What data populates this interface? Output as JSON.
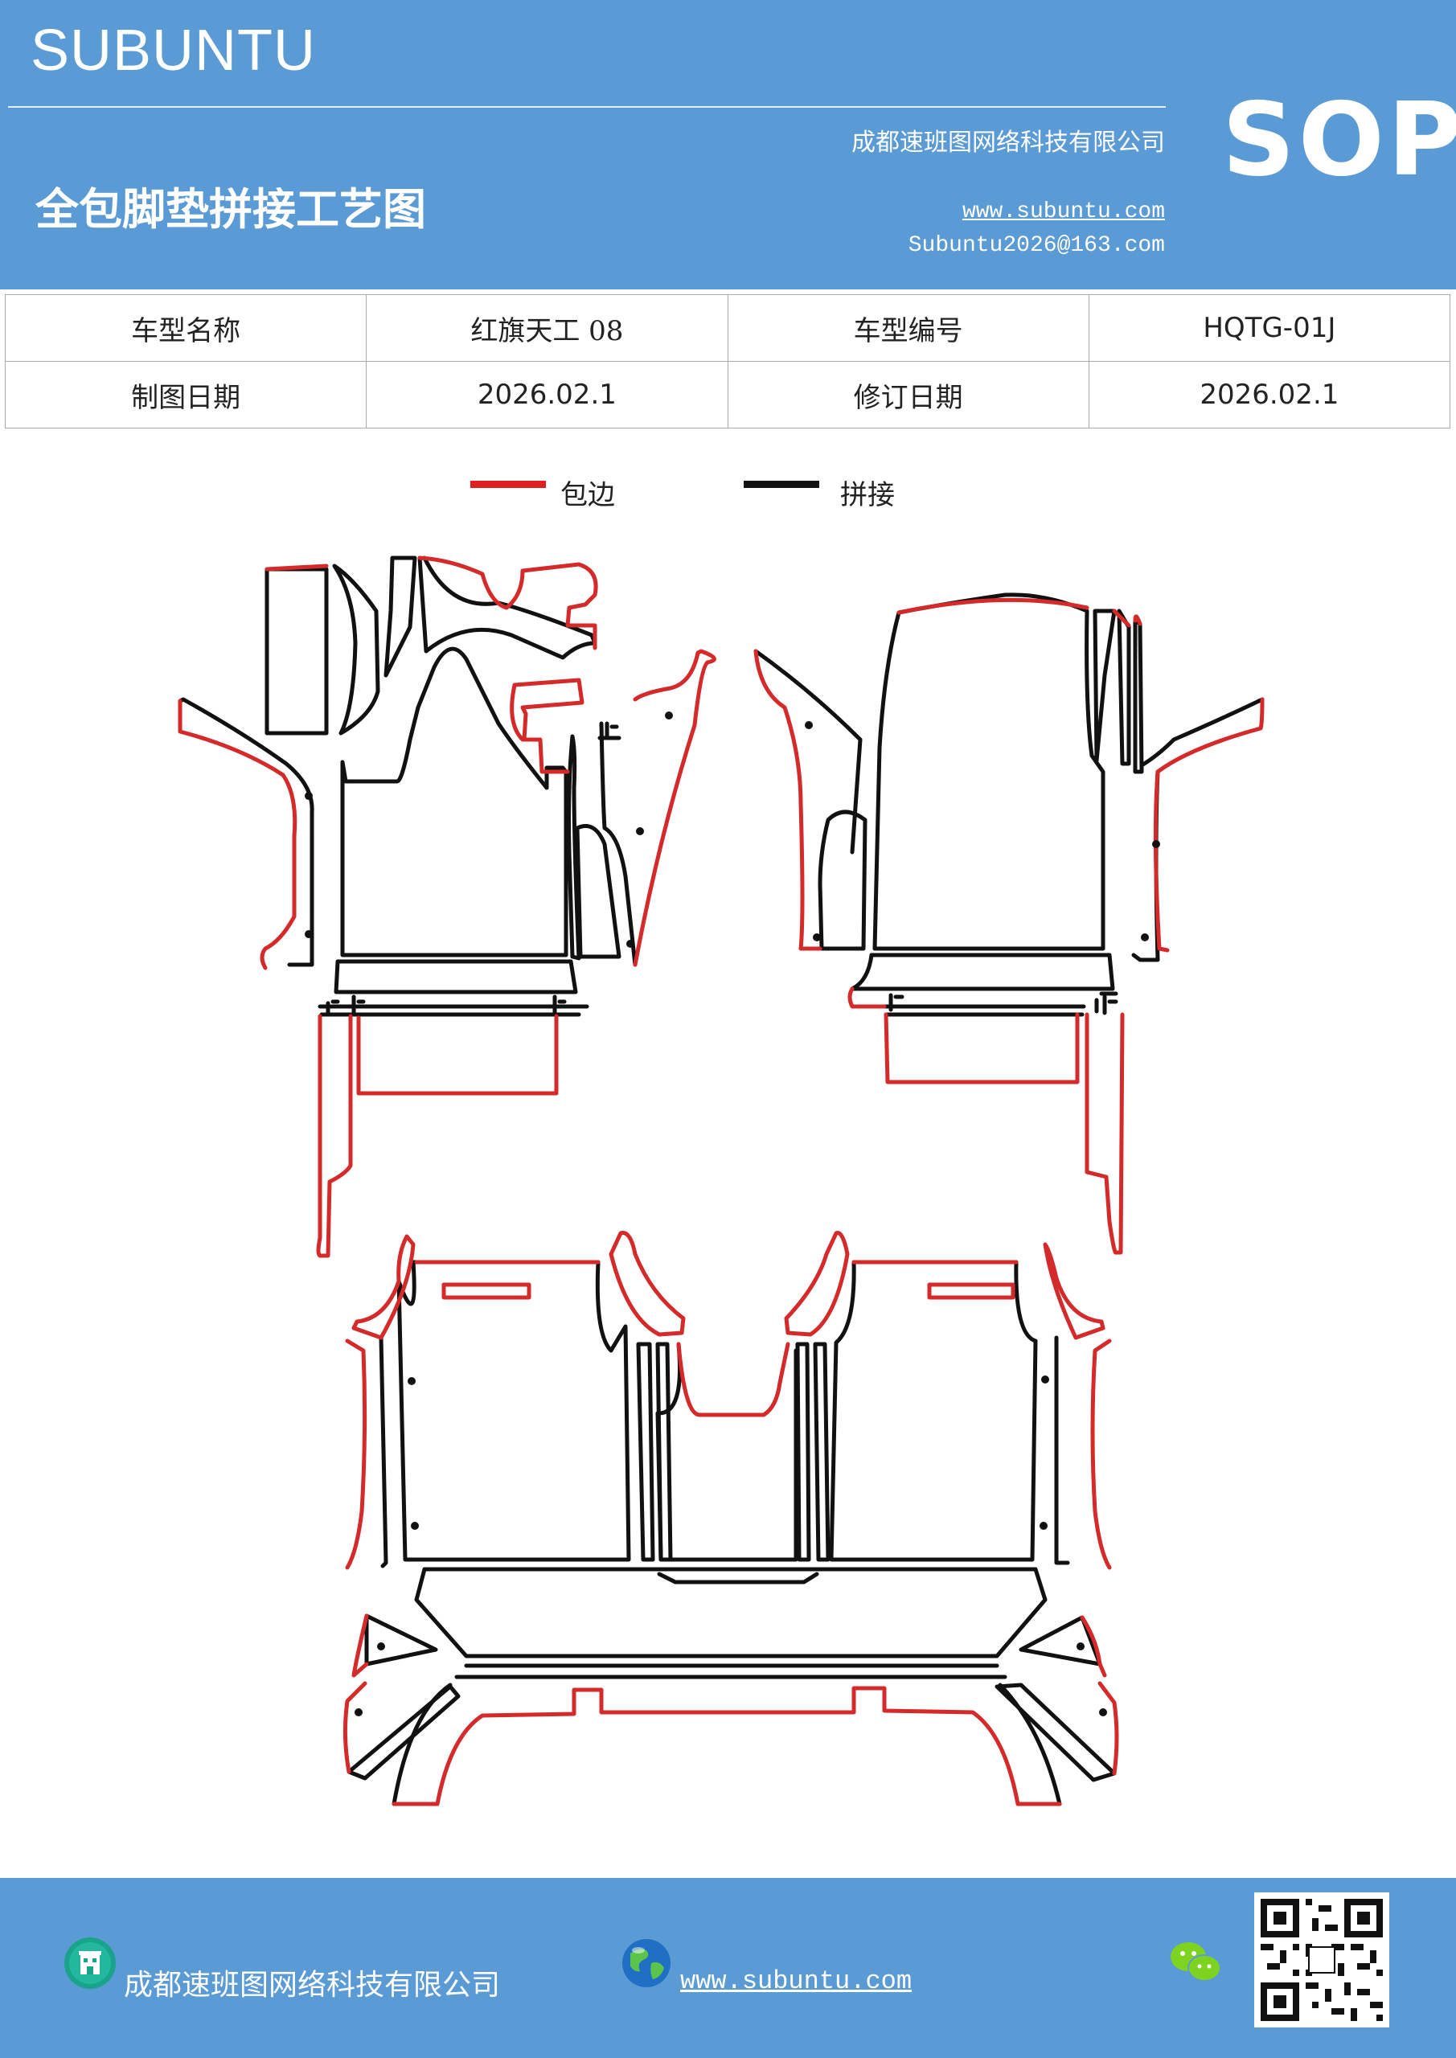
{
  "header": {
    "brand": "SUBUNTU",
    "company": "成都速班图网络科技有限公司",
    "title": "全包脚垫拼接工艺图",
    "website": "www.subuntu.com",
    "email": "Subuntu2026@163.com",
    "badge": "SOP"
  },
  "info_table": {
    "rows": [
      {
        "label1": "车型名称",
        "value1": "红旗天工 08",
        "label2": "车型编号",
        "value2": "HQTG-01J"
      },
      {
        "label1": "制图日期",
        "value1": "2026.02.1",
        "label2": "修订日期",
        "value2": "2026.02.1"
      }
    ]
  },
  "legend": [
    {
      "label": "包边",
      "color": "#e02020"
    },
    {
      "label": "拼接",
      "color": "#111111"
    }
  ],
  "colors": {
    "brand_blue": "#5b9bd5",
    "edge_red": "#d42a2a",
    "seam_black": "#111111"
  },
  "footer": {
    "company": "成都速班图网络科技有限公司",
    "website": "www.subuntu.com",
    "icons": [
      "building-icon",
      "globe-icon",
      "wechat-icon",
      "qr-code"
    ]
  }
}
